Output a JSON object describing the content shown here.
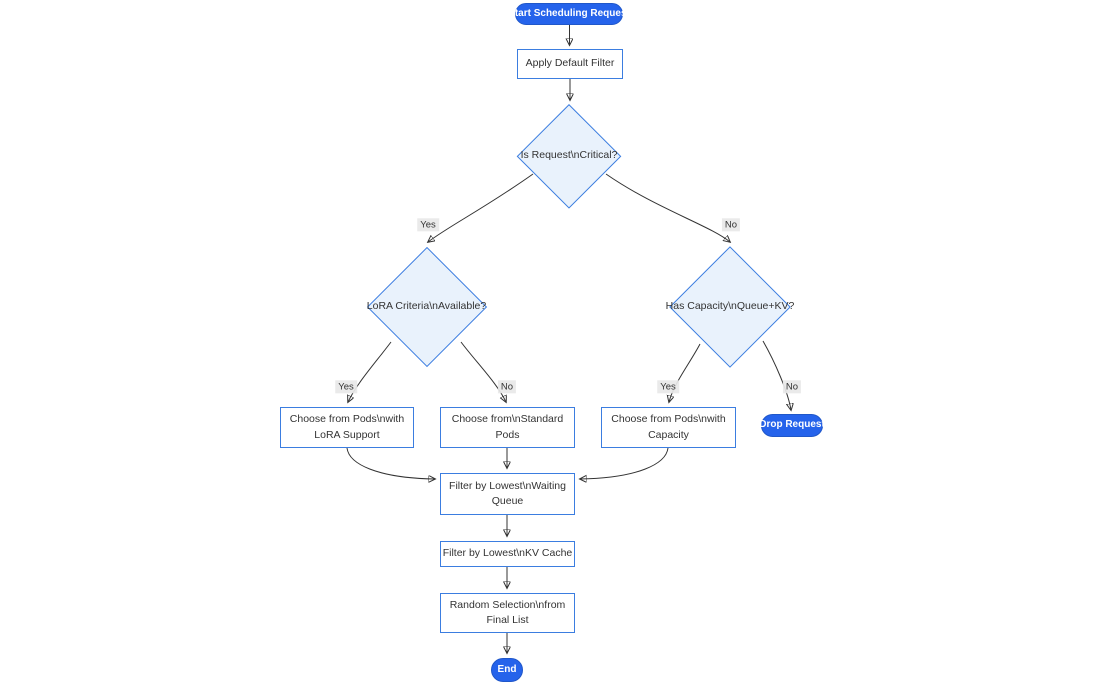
{
  "diagram": {
    "type": "flowchart",
    "nodes": {
      "start": {
        "label": "Start Scheduling Request",
        "shape": "stadium"
      },
      "apply_default_filter": {
        "label": "Apply Default Filter",
        "shape": "rect"
      },
      "is_critical": {
        "label": "Is Request\\nCritical?",
        "shape": "diamond"
      },
      "lora_criteria": {
        "label": "LoRA Criteria\\nAvailable?",
        "shape": "diamond"
      },
      "has_capacity": {
        "label": "Has Capacity\\nQueue+KV?",
        "shape": "diamond"
      },
      "choose_lora_pods": {
        "label": "Choose from Pods\\nwith LoRA Support",
        "shape": "rect"
      },
      "choose_standard_pods": {
        "label": "Choose from\\nStandard Pods",
        "shape": "rect"
      },
      "choose_capacity_pods": {
        "label": "Choose from Pods\\nwith Capacity",
        "shape": "rect"
      },
      "drop_request": {
        "label": "Drop Request",
        "shape": "stadium"
      },
      "filter_waiting_queue": {
        "label": "Filter by Lowest\\nWaiting Queue",
        "shape": "rect"
      },
      "filter_kv_cache": {
        "label": "Filter by Lowest\\nKV Cache",
        "shape": "rect"
      },
      "random_selection": {
        "label": "Random Selection\\nfrom Final List",
        "shape": "rect"
      },
      "end": {
        "label": "End",
        "shape": "stadium"
      }
    },
    "edge_labels": {
      "is_critical_yes": "Yes",
      "is_critical_no": "No",
      "lora_yes": "Yes",
      "lora_no": "No",
      "capacity_yes": "Yes",
      "capacity_no": "No"
    },
    "colors": {
      "stadium_fill": "#2563EB",
      "stadium_text": "#FFFFFF",
      "node_border": "#3B7DE0",
      "decision_fill": "#E9F2FC",
      "rect_fill": "#FFFFFF",
      "edge_line": "#333333",
      "edge_label_bg": "#E8E8E8",
      "text": "#333333",
      "background": "#FFFFFF"
    }
  }
}
